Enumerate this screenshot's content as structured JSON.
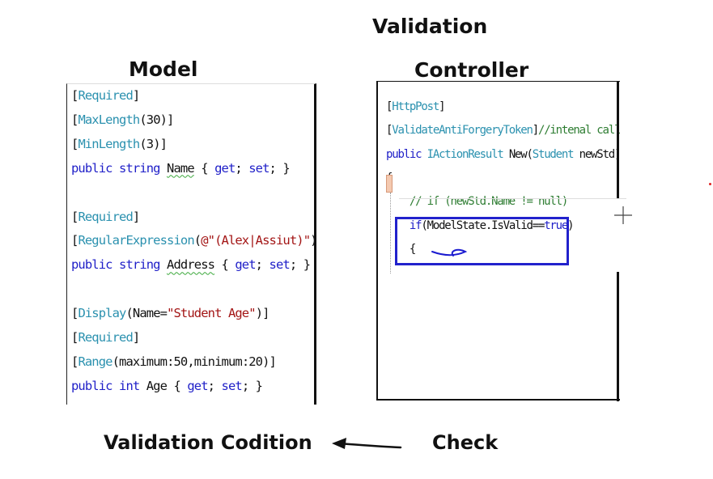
{
  "title": "Validation",
  "model": {
    "heading": "Model",
    "lines": [
      [
        {
          "t": "[",
          "c": "plain"
        },
        {
          "t": "Required",
          "c": "attr"
        },
        {
          "t": "]",
          "c": "plain"
        }
      ],
      [
        {
          "t": "[",
          "c": "plain"
        },
        {
          "t": "MaxLength",
          "c": "attr"
        },
        {
          "t": "(30)]",
          "c": "plain"
        }
      ],
      [
        {
          "t": "[",
          "c": "plain"
        },
        {
          "t": "MinLength",
          "c": "attr"
        },
        {
          "t": "(3)]",
          "c": "plain"
        }
      ],
      [
        {
          "t": "public string ",
          "c": "kw"
        },
        {
          "t": "Name",
          "c": "plain",
          "u": true
        },
        {
          "t": " { ",
          "c": "plain"
        },
        {
          "t": "get",
          "c": "kw"
        },
        {
          "t": "; ",
          "c": "plain"
        },
        {
          "t": "set",
          "c": "kw"
        },
        {
          "t": "; }",
          "c": "plain"
        }
      ],
      [],
      [
        {
          "t": "[",
          "c": "plain"
        },
        {
          "t": "Required",
          "c": "attr"
        },
        {
          "t": "]",
          "c": "plain"
        }
      ],
      [
        {
          "t": "[",
          "c": "plain"
        },
        {
          "t": "RegularExpression",
          "c": "attr"
        },
        {
          "t": "(",
          "c": "plain"
        },
        {
          "t": "@\"(Alex|Assiut)\"",
          "c": "str"
        },
        {
          "t": ")]",
          "c": "plain"
        }
      ],
      [
        {
          "t": "public string ",
          "c": "kw"
        },
        {
          "t": "Address",
          "c": "plain",
          "u": true
        },
        {
          "t": " { ",
          "c": "plain"
        },
        {
          "t": "get",
          "c": "kw"
        },
        {
          "t": "; ",
          "c": "plain"
        },
        {
          "t": "set",
          "c": "kw"
        },
        {
          "t": "; }",
          "c": "plain"
        }
      ],
      [],
      [
        {
          "t": "[",
          "c": "plain"
        },
        {
          "t": "Display",
          "c": "attr"
        },
        {
          "t": "(Name=",
          "c": "plain"
        },
        {
          "t": "\"Student Age\"",
          "c": "str"
        },
        {
          "t": ")]",
          "c": "plain"
        }
      ],
      [
        {
          "t": "[",
          "c": "plain"
        },
        {
          "t": "Required",
          "c": "attr"
        },
        {
          "t": "]",
          "c": "plain"
        }
      ],
      [
        {
          "t": "[",
          "c": "plain"
        },
        {
          "t": "Range",
          "c": "attr"
        },
        {
          "t": "(maximum:50,minimum:20)]",
          "c": "plain"
        }
      ],
      [
        {
          "t": "public int ",
          "c": "kw"
        },
        {
          "t": "Age",
          "c": "plain"
        },
        {
          "t": " { ",
          "c": "plain"
        },
        {
          "t": "get",
          "c": "kw"
        },
        {
          "t": "; ",
          "c": "plain"
        },
        {
          "t": "set",
          "c": "kw"
        },
        {
          "t": "; }",
          "c": "plain"
        }
      ]
    ]
  },
  "controller": {
    "heading": "Controller",
    "lines": [
      [
        {
          "t": "[",
          "c": "plain"
        },
        {
          "t": "HttpPost",
          "c": "attr"
        },
        {
          "t": "]",
          "c": "plain"
        }
      ],
      [
        {
          "t": "[",
          "c": "plain"
        },
        {
          "t": "ValidateAntiForgeryToken",
          "c": "attr"
        },
        {
          "t": "]",
          "c": "plain"
        },
        {
          "t": "//intenal calling o",
          "c": "cm"
        }
      ],
      [
        {
          "t": "public ",
          "c": "kw"
        },
        {
          "t": "IActionResult",
          "c": "attr"
        },
        {
          "t": " New(",
          "c": "plain"
        },
        {
          "t": "Student",
          "c": "attr"
        },
        {
          "t": " newStd)",
          "c": "plain"
        }
      ],
      [
        {
          "t": "{",
          "c": "plain"
        }
      ],
      [
        {
          "t": "    // if (newStd.Name != null)",
          "c": "cm"
        }
      ],
      [
        {
          "t": "    ",
          "c": "plain"
        },
        {
          "t": "if",
          "c": "kw"
        },
        {
          "t": "(ModelState.IsValid==",
          "c": "plain"
        },
        {
          "t": "true",
          "c": "kw"
        },
        {
          "t": ")",
          "c": "plain"
        }
      ],
      [
        {
          "t": "    {",
          "c": "plain"
        }
      ]
    ]
  },
  "condition_label": "Validation Codition",
  "check_label": "Check",
  "colors": {
    "attribute": "#2b91af",
    "keyword": "#1f1fc8",
    "string": "#a31515",
    "comment": "#2e7d32",
    "highlight_box": "#2222cc"
  }
}
